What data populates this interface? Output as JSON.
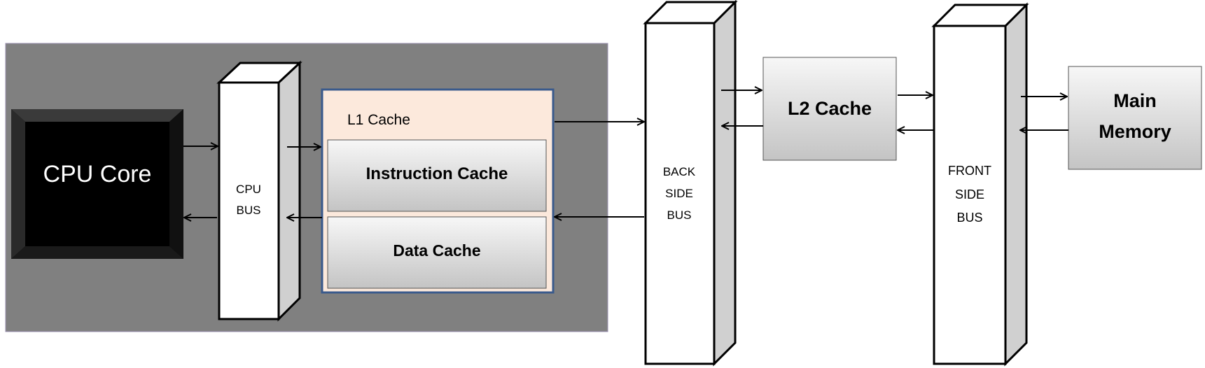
{
  "diagram": {
    "cpu_core": {
      "label": "CPU Core"
    },
    "cpu_bus": {
      "lines": [
        "CPU",
        "BUS"
      ]
    },
    "l1_cache": {
      "title": "L1 Cache",
      "instruction_cache": "Instruction Cache",
      "data_cache": "Data Cache"
    },
    "back_side_bus": {
      "lines": [
        "BACK",
        "SIDE",
        "BUS"
      ]
    },
    "l2_cache": {
      "label": "L2 Cache"
    },
    "front_side_bus": {
      "lines": [
        "FRONT",
        "SIDE",
        "BUS"
      ]
    },
    "main_memory": {
      "lines": [
        "Main",
        "Memory"
      ]
    }
  },
  "colors": {
    "processor_panel": "#808080",
    "cpu_core_fill": "#000000",
    "l1_fill": "#fce9dc",
    "l1_border": "#3a5a8c",
    "bus_face": "#ffffff",
    "bus_side": "#d0d0d0"
  }
}
